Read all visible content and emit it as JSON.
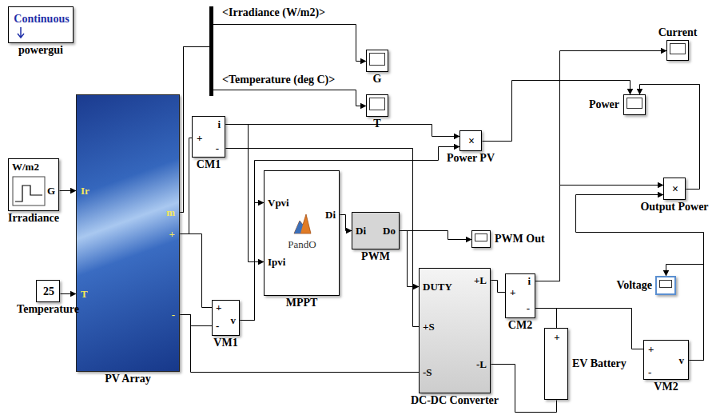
{
  "diagram": {
    "nodes": [
      {
        "text": [
          "Continuous",
          "powergui"
        ]
      },
      {
        "text": [
          "Current"
        ]
      },
      {
        "text": [
          "G"
        ]
      },
      {
        "text": [
          "T"
        ]
      },
      {
        "text": [
          "Ir",
          "T",
          "m",
          "+",
          "-",
          "PV Array"
        ]
      },
      {
        "text": [
          "Power"
        ]
      },
      {
        "text": [
          "i",
          "+",
          "-",
          "CM1"
        ]
      },
      {
        "text": [
          "×",
          "Power PV"
        ]
      },
      {
        "text": [
          "W/m2",
          "G",
          "Irradiance"
        ]
      },
      {
        "text": [
          "Vpvi",
          "Ipvi",
          "PandO",
          "Di",
          "MPPT"
        ]
      },
      {
        "text": [
          "×",
          "Output Power"
        ]
      },
      {
        "text": [
          "Di",
          "Do",
          "PWM"
        ]
      },
      {
        "text": [
          "PWM Out"
        ]
      },
      {
        "text": [
          "DUTY",
          "+S",
          "-S",
          "+L",
          "-L",
          "DC-DC Converter"
        ]
      },
      {
        "text": [
          "i",
          "+",
          "-",
          "CM2"
        ]
      },
      {
        "text": [
          "25",
          "Temperature"
        ]
      },
      {
        "text": [
          "Voltage"
        ]
      },
      {
        "text": [
          "+",
          "-",
          "v",
          "VM1"
        ]
      },
      {
        "text": [
          "+",
          "EV Battery"
        ]
      },
      {
        "text": [
          "+",
          "-",
          "v",
          "VM2"
        ]
      }
    ],
    "edges": [
      {
        "from": 8,
        "to": 4,
        "arrow": "to"
      },
      {
        "from": 15,
        "to": 4,
        "arrow": "to"
      },
      {
        "from": 4,
        "to": 2,
        "arrow": "to",
        "label": "<Irradiance (W/m2)>"
      },
      {
        "from": 4,
        "to": 3,
        "arrow": "to",
        "label": "<Temperature (deg C)>"
      },
      {
        "from": 4,
        "to": 6,
        "arrow": "none"
      },
      {
        "from": 4,
        "to": 17,
        "arrow": "none"
      },
      {
        "from": 4,
        "to": 17,
        "arrow": "none"
      },
      {
        "from": 4,
        "to": 13,
        "arrow": "none"
      },
      {
        "from": 6,
        "to": 13,
        "arrow": "none"
      },
      {
        "from": 6,
        "to": 9,
        "arrow": "to"
      },
      {
        "from": 6,
        "to": 7,
        "arrow": "to"
      },
      {
        "from": 17,
        "to": 9,
        "arrow": "to"
      },
      {
        "from": 17,
        "to": 7,
        "arrow": "to"
      },
      {
        "from": 9,
        "to": 11,
        "arrow": "to"
      },
      {
        "from": 11,
        "to": 13,
        "arrow": "to"
      },
      {
        "from": 11,
        "to": 12,
        "arrow": "to"
      },
      {
        "from": 7,
        "to": 5,
        "arrow": "to"
      },
      {
        "from": 13,
        "to": 14,
        "arrow": "none"
      },
      {
        "from": 14,
        "to": 18,
        "arrow": "none"
      },
      {
        "from": 14,
        "to": 19,
        "arrow": "none"
      },
      {
        "from": 13,
        "to": 18,
        "arrow": "none"
      },
      {
        "from": 14,
        "to": 1,
        "arrow": "to"
      },
      {
        "from": 14,
        "to": 10,
        "arrow": "to"
      },
      {
        "from": 19,
        "to": 16,
        "arrow": "to"
      },
      {
        "from": 19,
        "to": 10,
        "arrow": "to"
      },
      {
        "from": 10,
        "to": 5,
        "arrow": "to"
      }
    ]
  }
}
